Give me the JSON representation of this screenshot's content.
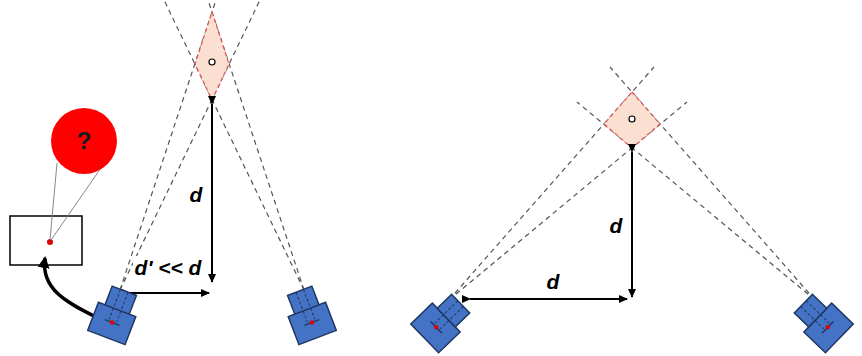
{
  "diagram": {
    "nodes": [
      {
        "text": [
          "?"
        ]
      }
    ],
    "labels": [
      "d",
      "d' << d",
      "d",
      "d"
    ]
  }
}
